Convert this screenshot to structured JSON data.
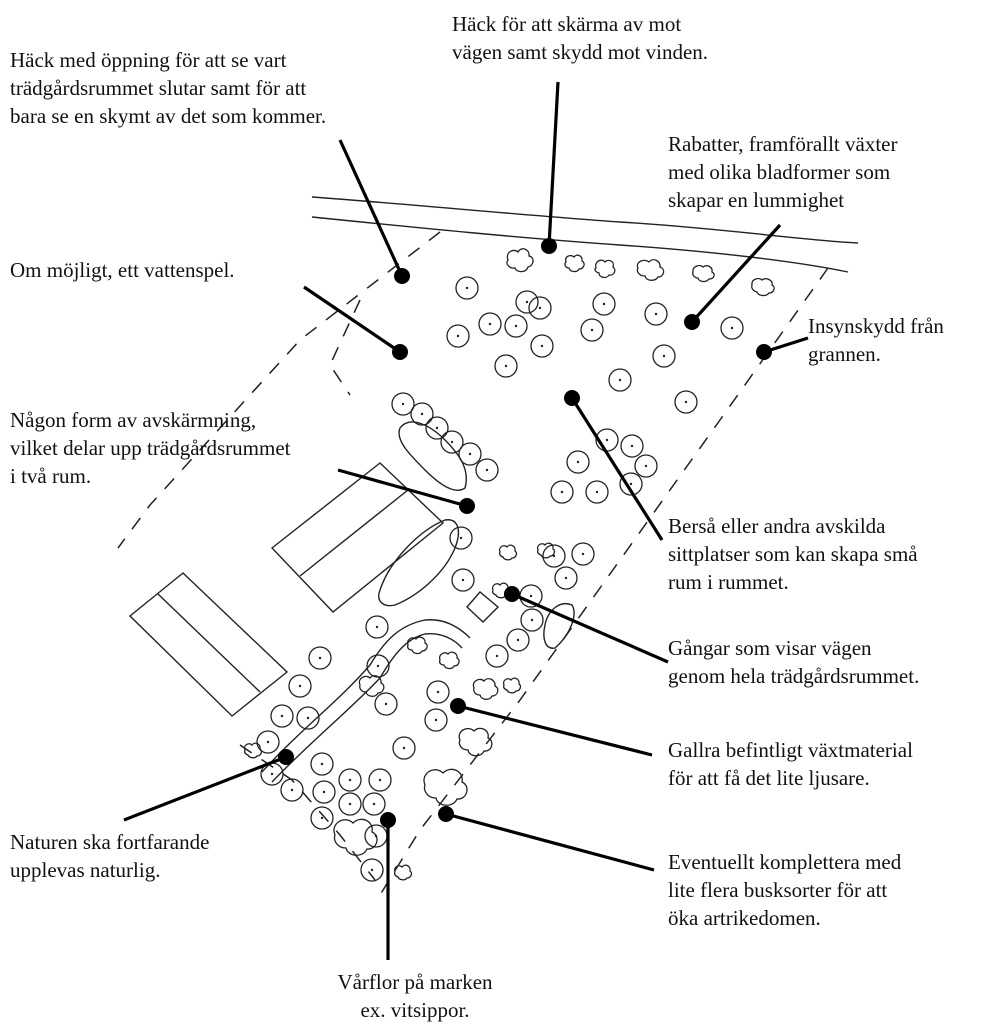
{
  "annotations": [
    {
      "id": "hedge-road",
      "text": "Häck för att skärma av mot\nvägen samt skydd mot vinden."
    },
    {
      "id": "hedge-opening",
      "text": "Häck med öppning för att se vart\nträdgårdsrummet slutar samt för att\nbara se en skymt av det som kommer."
    },
    {
      "id": "borders",
      "text": "Rabatter, framförallt växter\nmed olika bladformer som\nskapar en lummighet"
    },
    {
      "id": "water-feature",
      "text": "Om möjligt, ett vattenspel."
    },
    {
      "id": "privacy-screen",
      "text": "Insynskydd från\ngrannen."
    },
    {
      "id": "divider",
      "text": "Någon form av avskärmning,\nvilket delar upp trädgårdsrummet\ni två rum."
    },
    {
      "id": "arbour",
      "text": "Berså eller andra avskilda\nsittplatser som kan skapa små\nrum i rummet."
    },
    {
      "id": "paths",
      "text": "Gångar som visar vägen\ngenom hela trädgårdsrummet."
    },
    {
      "id": "thin-out",
      "text": "Gallra befintligt växtmaterial\nför att få det lite ljusare."
    },
    {
      "id": "natural",
      "text": "Naturen ska fortfarande\nupplevas naturlig."
    },
    {
      "id": "more-shrubs",
      "text": "Eventuellt komplettera med\nlite flera busksorter för att\nöka artrikedomen."
    },
    {
      "id": "spring-flowers",
      "text": "Vårflor på marken\nex. vitsippor."
    }
  ]
}
